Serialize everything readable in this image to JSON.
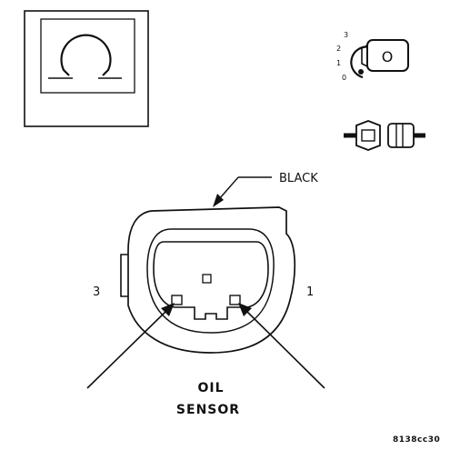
{
  "meter": {
    "symbol": "Ω"
  },
  "key_switch": {
    "positions": [
      "3",
      "2",
      "1",
      "0"
    ],
    "key_letter": "O"
  },
  "connector": {
    "color_label": "BLACK",
    "pin_left": "3",
    "pin_right": "1",
    "caption_line1": "OIL",
    "caption_line2": "SENSOR"
  },
  "figure_code": "8138cc30",
  "colors": {
    "ink": "#111111",
    "background": "#ffffff"
  }
}
